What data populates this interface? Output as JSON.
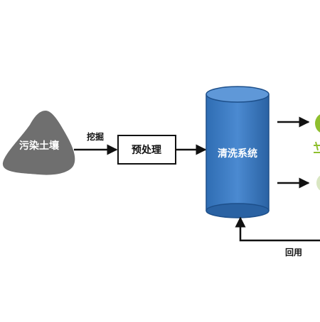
{
  "diagram": {
    "nodes": {
      "soil": "污染土壤",
      "pretreat": "预处理",
      "wash": "清洗系统"
    },
    "edges": {
      "dig": "挖掘",
      "recycle": "回用"
    },
    "colors": {
      "soil_fill": "#6f6f6f",
      "tank_fill": "#3a79c1",
      "tank_stroke": "#1d4f8a",
      "line": "#111111",
      "green_partial": "#8fbf2e"
    }
  }
}
